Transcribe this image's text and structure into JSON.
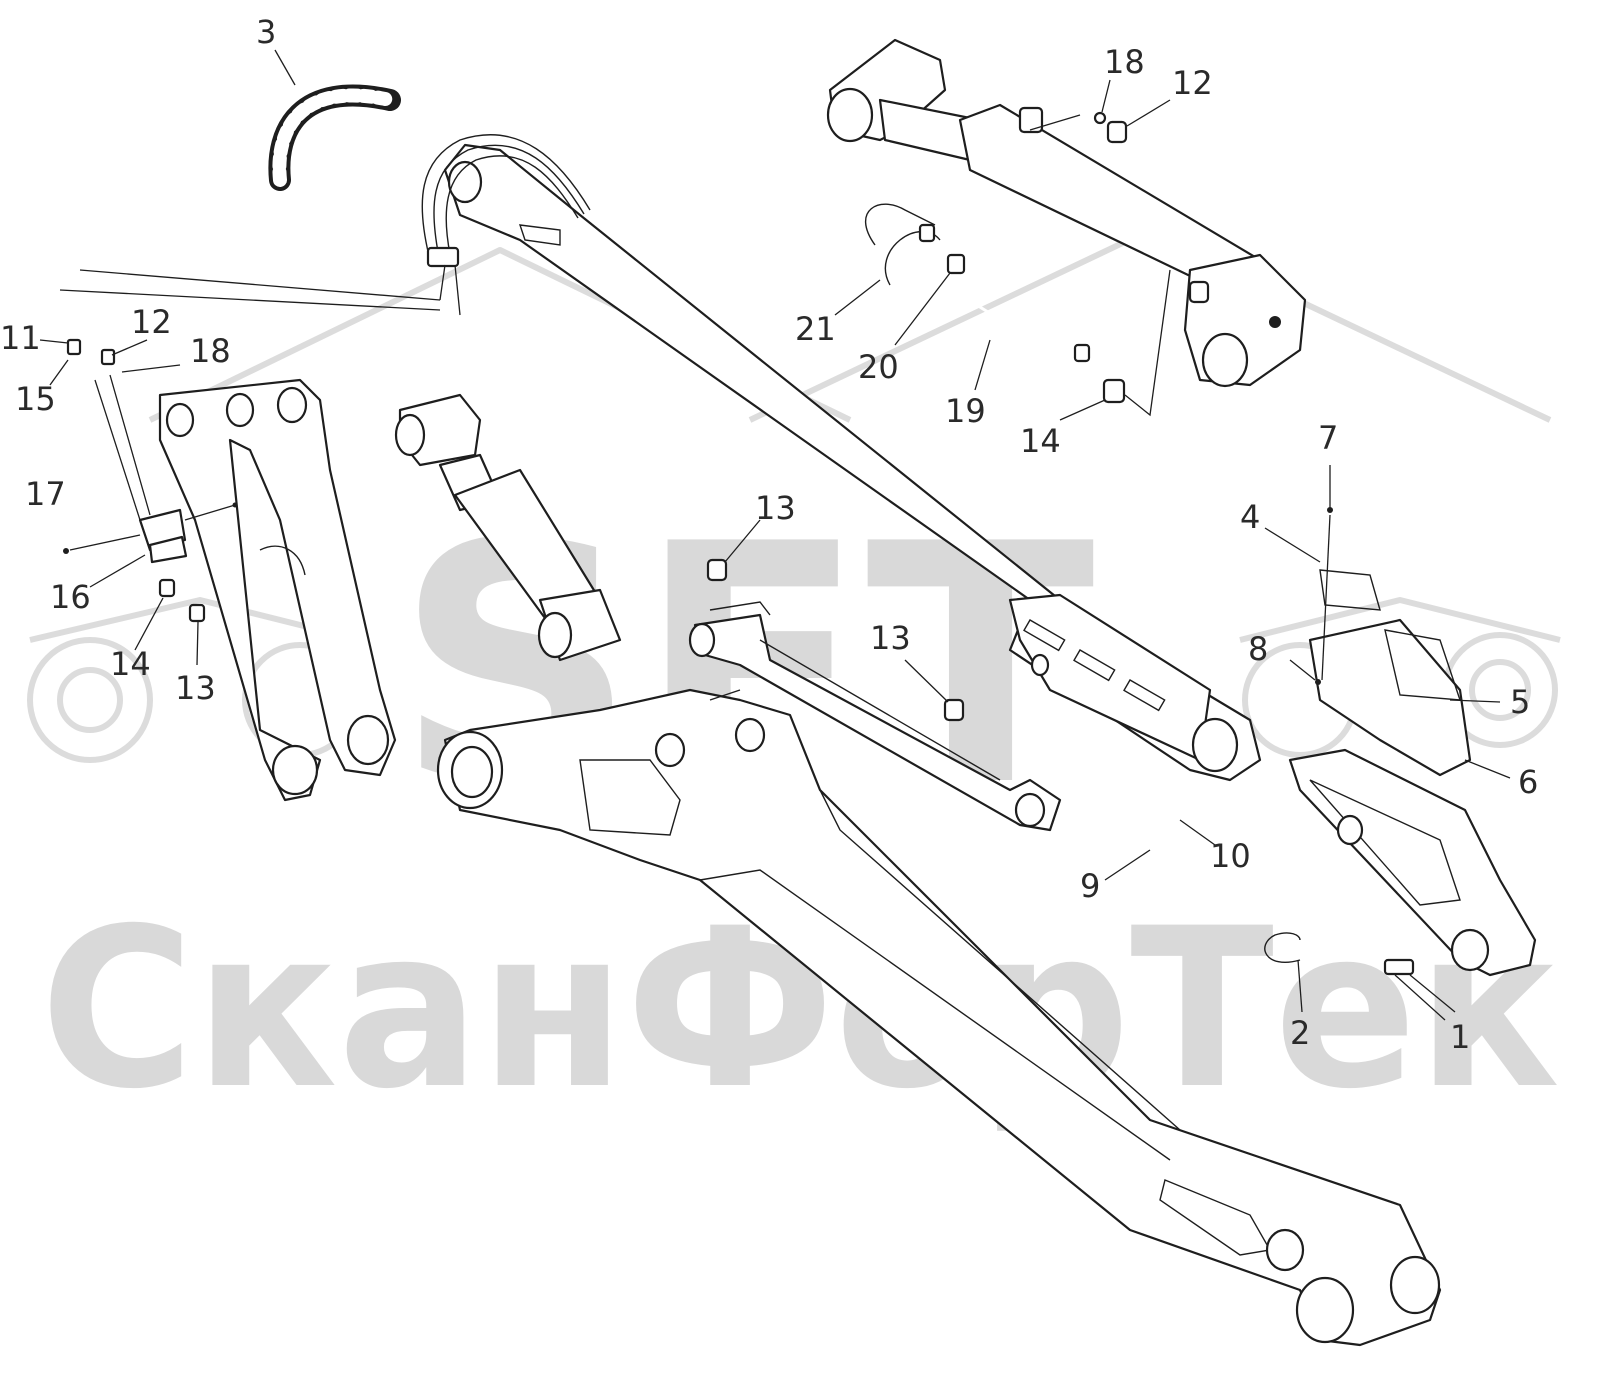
{
  "watermark": {
    "brand": "SFT",
    "company": "СканФорТек",
    "color": "#d9d9d9"
  },
  "icons": {
    "watermark_logo": "tractor-house-logo-icon"
  },
  "callouts": {
    "p1": "1",
    "p2": "2",
    "p3": "3",
    "p4": "4",
    "p5": "5",
    "p6": "6",
    "p7": "7",
    "p8": "8",
    "p9": "9",
    "p10": "10",
    "p11": "11",
    "p12a": "12",
    "p12b": "12",
    "p13a": "13",
    "p13b": "13",
    "p13c": "13",
    "p14a": "14",
    "p14b": "14",
    "p15": "15",
    "p16": "16",
    "p17": "17",
    "p18a": "18",
    "p18b": "18",
    "p19": "19",
    "p20": "20",
    "p21": "21"
  }
}
